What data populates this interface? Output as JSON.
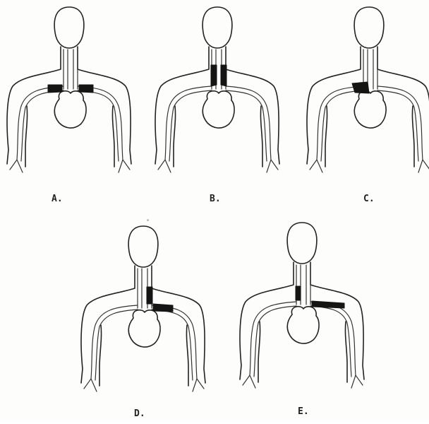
{
  "figures": [
    {
      "id": "a",
      "label": "A.",
      "occlusion": "aortic-arch-bilateral"
    },
    {
      "id": "b",
      "label": "B.",
      "occlusion": "bilateral-carotid"
    },
    {
      "id": "c",
      "label": "C.",
      "occlusion": "innominate-root"
    },
    {
      "id": "d",
      "label": "D.",
      "occlusion": "left-carotid-subclavian"
    },
    {
      "id": "e",
      "label": "E.",
      "occlusion": "right-carotid-left-subclavian"
    }
  ],
  "colors": {
    "line": "#222222",
    "occlusion": "#151515",
    "paper": "#fdfdfb"
  }
}
